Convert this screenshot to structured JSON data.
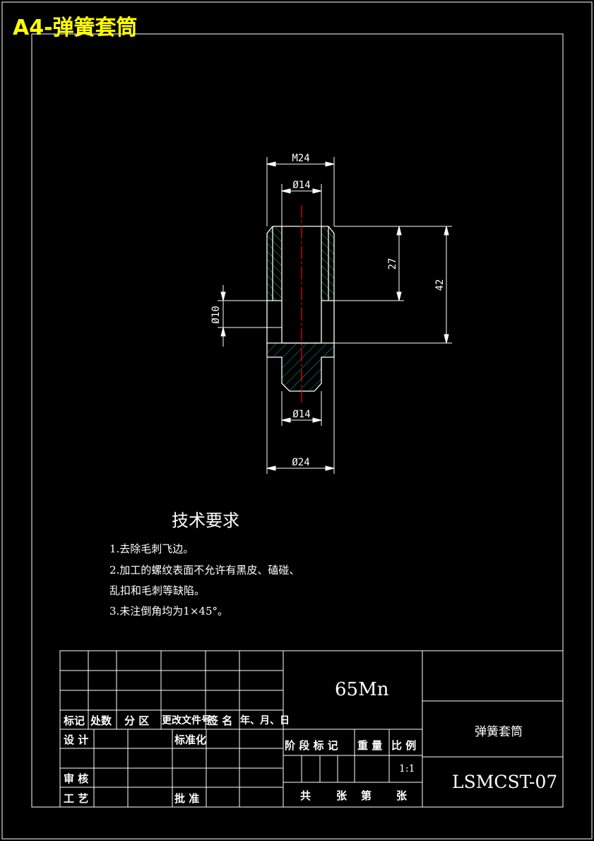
{
  "sheet_title": "A4-弹簧套筒",
  "dimensions": {
    "m24": "M24",
    "d14_top": "Ø14",
    "h27": "27",
    "h42": "42",
    "d10": "Ø10",
    "d14_bottom": "Ø14",
    "d24": "Ø24"
  },
  "tech_requirements": {
    "title": "技术要求",
    "items": [
      "1.去除毛刺飞边。",
      "2.加工的螺纹表面不允许有黑皮、磕碰、",
      "乱扣和毛刺等缺陷。",
      "3.未注倒角均为1×45°。"
    ]
  },
  "title_block": {
    "material": "65Mn",
    "part_name": "弹簧套筒",
    "drawing_number": "LSMCST-07",
    "scale": "1:1",
    "headers": {
      "mark": "标记",
      "count": "处数",
      "zone": "分 区",
      "change_doc": "更改文件号",
      "signature": "签 名",
      "date": "年、月、日",
      "stage_mark": "阶 段 标 记",
      "weight": "重 量",
      "ratio": "比 例"
    },
    "roles": {
      "design": "设 计",
      "standardize": "标准化",
      "review": "审 核",
      "process": "工 艺",
      "approve": "批 准"
    },
    "sheets": {
      "total": "共",
      "sheet_unit_1": "张",
      "nth": "第",
      "sheet_unit_2": "张"
    }
  },
  "colors": {
    "background": "#000000",
    "lines": "#ffffff",
    "hatch": "#00cc66",
    "center_line": "#ff0000",
    "title": "#ffff00"
  }
}
